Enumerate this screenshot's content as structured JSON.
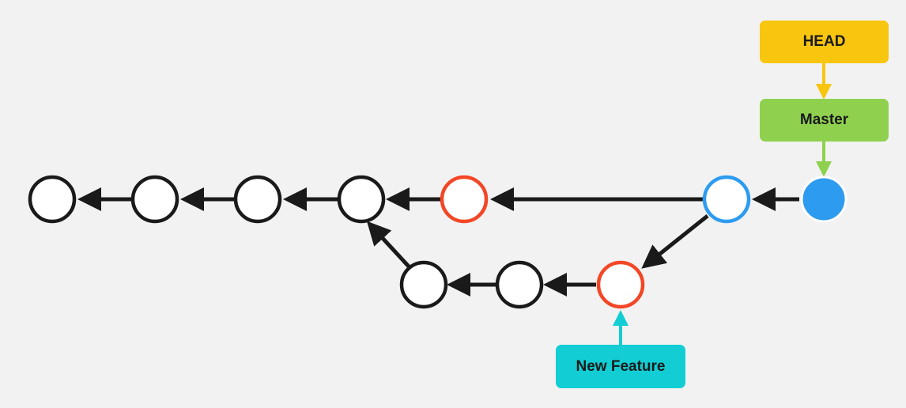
{
  "labels": {
    "head": {
      "text": "HEAD",
      "color": "#f8c50f"
    },
    "master": {
      "text": "Master",
      "color": "#8fd14f"
    },
    "new_feature": {
      "text": "New Feature",
      "color": "#12cdd4"
    }
  },
  "colors": {
    "commit_stroke_default": "#1a1a1a",
    "commit_stroke_highlight": "#f24726",
    "commit_stroke_merge": "#2d9bf0",
    "current_commit_fill": "#2d9bf0",
    "edge": "#1a1a1a",
    "background": "#f2f2f2"
  }
}
